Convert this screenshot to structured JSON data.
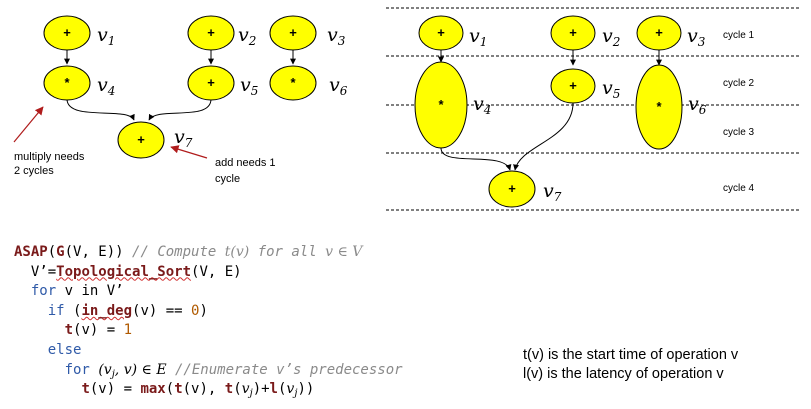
{
  "left_graph": {
    "nodes": [
      {
        "id": "v1",
        "op": "+",
        "var": "v",
        "sub": "1"
      },
      {
        "id": "v2",
        "op": "+",
        "var": "v",
        "sub": "2"
      },
      {
        "id": "v3",
        "op": "+",
        "var": "v",
        "sub": "3"
      },
      {
        "id": "v4",
        "op": "*",
        "var": "v",
        "sub": "4"
      },
      {
        "id": "v5",
        "op": "+",
        "var": "v",
        "sub": "5"
      },
      {
        "id": "v6",
        "op": "*",
        "var": "v",
        "sub": "6"
      },
      {
        "id": "v7",
        "op": "+",
        "var": "v",
        "sub": "7"
      }
    ],
    "annotations": {
      "multiply": [
        "multiply needs",
        "2 cycles"
      ],
      "add": [
        "add needs 1",
        "cycle"
      ]
    }
  },
  "right_graph": {
    "nodes": [
      {
        "id": "v1",
        "op": "+",
        "var": "v",
        "sub": "1"
      },
      {
        "id": "v2",
        "op": "+",
        "var": "v",
        "sub": "2"
      },
      {
        "id": "v3",
        "op": "+",
        "var": "v",
        "sub": "3"
      },
      {
        "id": "v4",
        "op": "*",
        "var": "v",
        "sub": "4"
      },
      {
        "id": "v5",
        "op": "+",
        "var": "v",
        "sub": "5"
      },
      {
        "id": "v6",
        "op": "*",
        "var": "v",
        "sub": "6"
      },
      {
        "id": "v7",
        "op": "+",
        "var": "v",
        "sub": "7"
      }
    ],
    "cycles": [
      "cycle 1",
      "cycle 2",
      "cycle 3",
      "cycle 4"
    ]
  },
  "code": {
    "l1": {
      "fn": "ASAP",
      "g": "G",
      "args": "(V, E))",
      "comment": " // Compute ",
      "c_tv": "t(v)",
      "c_mid": " for all ",
      "c_set": "v ∈ V"
    },
    "l2": {
      "pre": "V’=",
      "fn": "Topological_Sort",
      "args": "(V, E)"
    },
    "l3": {
      "kw": "for",
      "rest": " v in V’"
    },
    "l4": {
      "kw": "if",
      "open": " (",
      "fn": "in_deg",
      "rest": "(v) == ",
      "num": "0",
      "close": ")"
    },
    "l5": {
      "fn": "t",
      "rest": "(v) = ",
      "num": "1"
    },
    "l6": {
      "kw": "else"
    },
    "l7": {
      "kw": "for",
      "math": "(v",
      "math_sub": "j",
      "math_rest": ", v) ∈ E",
      "comment": " //Enumerate v’s predecessor"
    },
    "l8": {
      "t1": "t",
      "a1": "(v) = ",
      "max": "max",
      "a2": "(",
      "t2": "t",
      "a3": "(v), ",
      "t3": "t",
      "a4": "(",
      "v": "v",
      "sub": "j",
      "a5": ")+",
      "l": "l",
      "a6": "(",
      "v2": "v",
      "sub2": "j",
      "a7": "))"
    }
  },
  "notes": [
    "t(v) is the start time of operation v",
    "l(v) is the latency of operation v"
  ]
}
